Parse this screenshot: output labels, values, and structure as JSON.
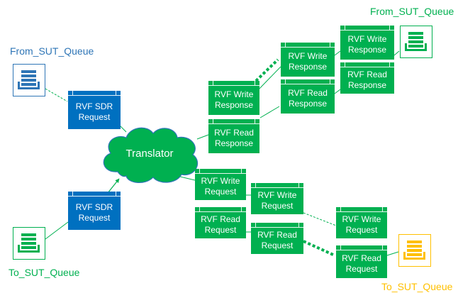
{
  "queues": {
    "from_sut_left": "From_SUT_Queue",
    "from_sut_right": "From_SUT_Queue",
    "to_sut_left": "To_SUT_Queue",
    "to_sut_right": "To_SUT_Queue"
  },
  "translator": {
    "label": "Translator"
  },
  "messages": {
    "sdr_top": "RVF SDR\nRequest",
    "sdr_bottom": "RVF SDR\nRequest",
    "write_response_a": "RVF Write\nResponse",
    "write_response_b": "RVF Write\nResponse",
    "write_response_c": "RVF Write\nResponse",
    "read_response_a": "RVF Read\nResponse",
    "read_response_b": "RVF Read\nResponse",
    "read_response_c": "RVF Read\nResponse",
    "write_request_a": "RVF Write\nRequest",
    "write_request_b": "RVF Write\nRequest",
    "write_request_c": "RVF Write\nRequest",
    "read_request_a": "RVF Read\nRequest",
    "read_request_b": "RVF Read\nRequest",
    "read_request_c": "RVF Read\nRequest"
  },
  "colors": {
    "blue": "#0070c0",
    "blue_text": "#2e75b6",
    "green": "#00b050",
    "yellow": "#ffc000"
  }
}
